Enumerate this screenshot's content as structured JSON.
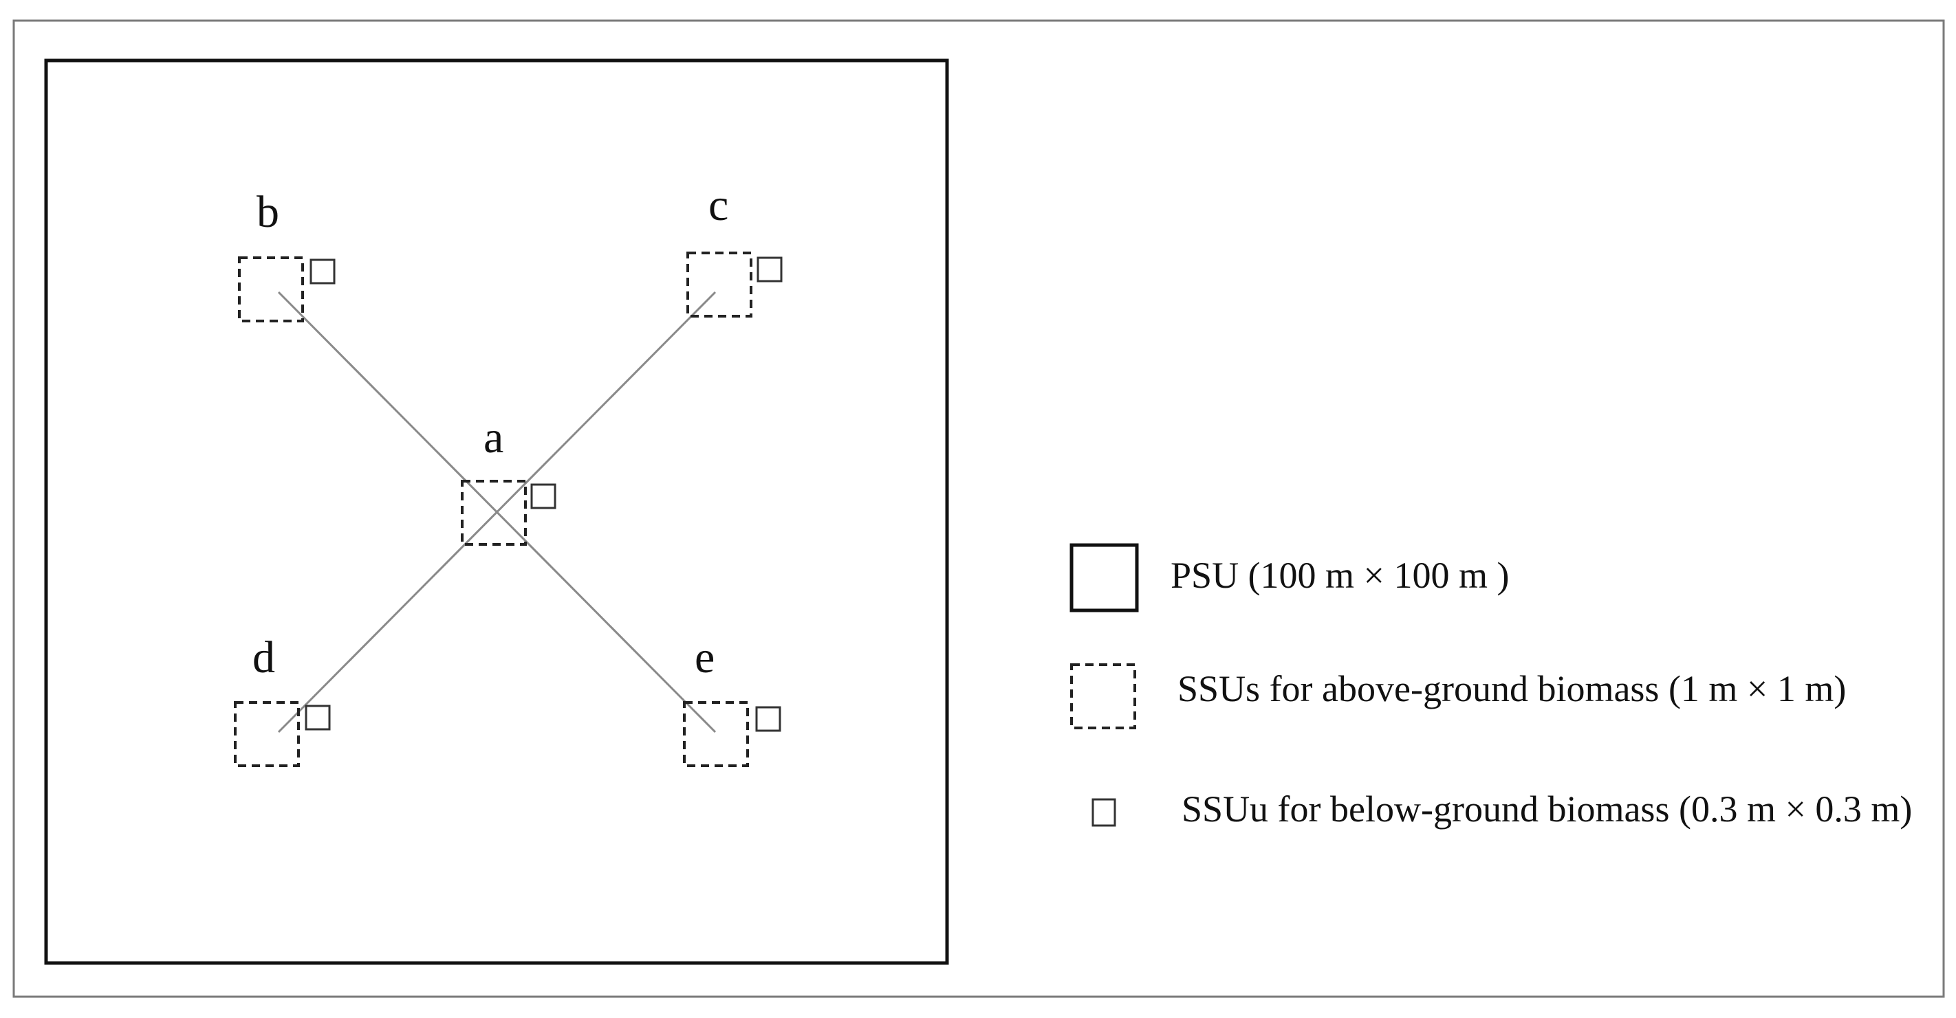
{
  "plot_labels": {
    "b": "b",
    "c": "c",
    "a": "a",
    "d": "d",
    "e": "e"
  },
  "legend": {
    "psu": "PSU (100 m × 100 m )",
    "ssu_above": "SSUs for above-ground biomass (1 m × 1 m)",
    "ssu_below": "SSUu for below-ground biomass (0.3 m × 0.3 m)"
  }
}
